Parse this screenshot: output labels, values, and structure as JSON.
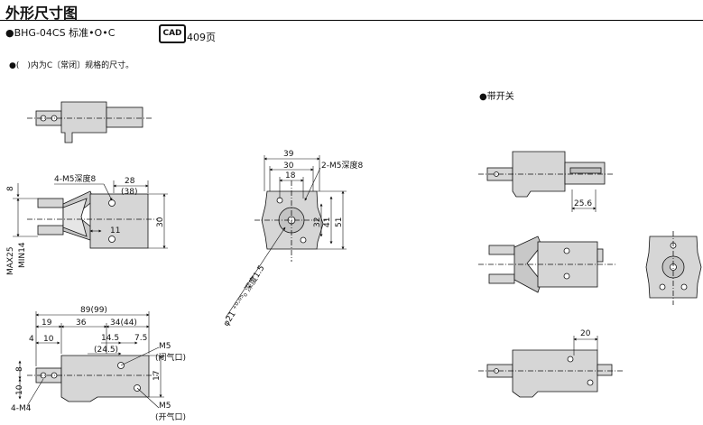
{
  "header": {
    "title": "外形尺寸图",
    "model_line": "●BHG-04CS 标准•O•C",
    "cad_label": "CAD",
    "cad_page": "409页",
    "note": "●(　)内为C〔常闭〕规格的尺寸。",
    "switch_title": "●带开关"
  },
  "dims": {
    "mid_39": "39",
    "mid_30": "30",
    "mid_18": "18",
    "mid_m5": "2-M5深度8",
    "mid_32": "32",
    "mid_41": "41",
    "mid_51": "51",
    "mid_phi": "φ21 ⁺⁰·⁰⁵₀ 深度1.5",
    "left_m5": "4-M5深度8",
    "left_28": "28",
    "left_38": "(38)",
    "left_8": "8",
    "left_30": "30",
    "left_11": "11",
    "left_max": "MAX25",
    "left_min": "MIN14",
    "bot_89": "89(99)",
    "bot_19": "19",
    "bot_36": "36",
    "bot_34": "34(44)",
    "bot_4": "4",
    "bot_10": "10",
    "bot_145": "14.5",
    "bot_75": "7.5",
    "bot_245": "(24.5)",
    "bot_m5a": "M5",
    "bot_closed": "(闭气口)",
    "bot_17": "17",
    "bot_10v": "10",
    "bot_8v": "8",
    "bot_m4": "4-M4",
    "bot_m5b": "M5",
    "bot_open": "(开气口)",
    "r_256": "25.6",
    "r_20": "20"
  },
  "colors": {
    "body": "#d6d6d6",
    "dark": "#8a8a8a",
    "line": "#111111"
  }
}
